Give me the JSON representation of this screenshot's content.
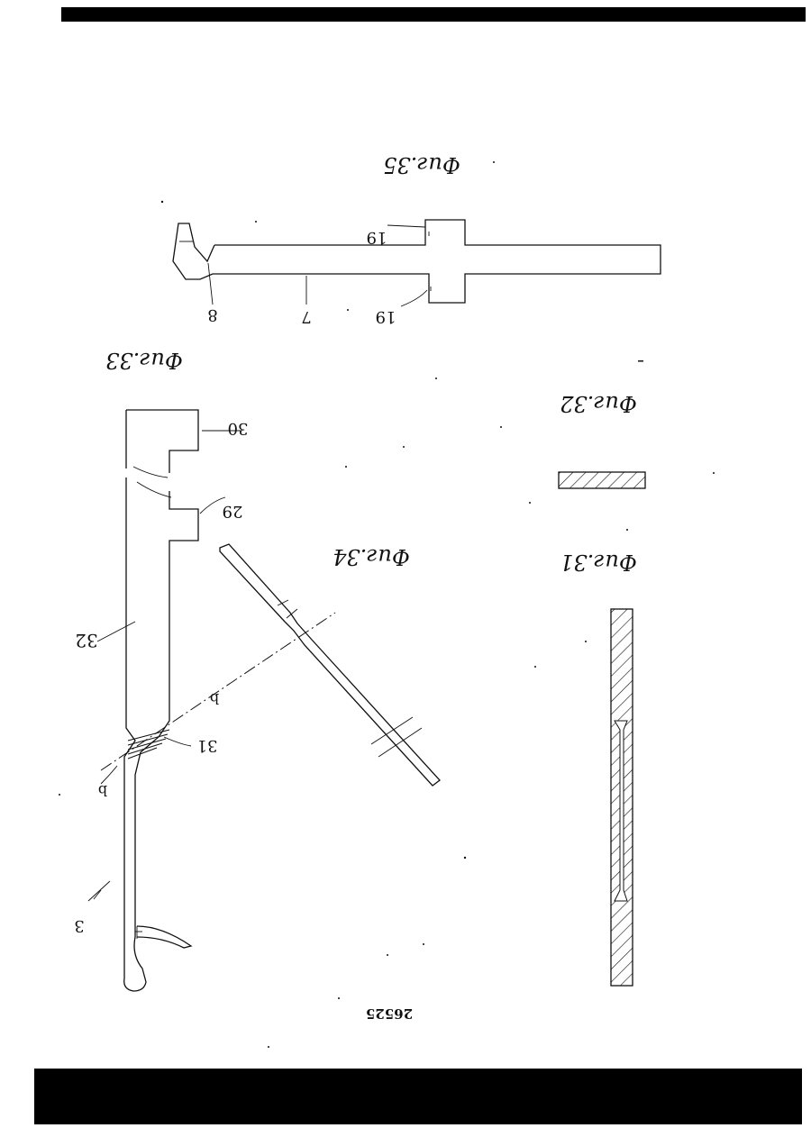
{
  "sheet": {
    "page_number": "26525"
  },
  "figures": {
    "fig31": {
      "caption": "Фиг.31"
    },
    "fig32": {
      "caption": "Фиг.32"
    },
    "fig33": {
      "caption": "Фиг.33"
    },
    "fig34": {
      "caption": "Фиг.34"
    },
    "fig35": {
      "caption": "Фиг.35"
    }
  },
  "labels": {
    "ref_3": "3",
    "ref_7": "7",
    "ref_8": "8",
    "ref_19_top": "19",
    "ref_19_bottom": "19",
    "ref_29": "29",
    "ref_30": "30",
    "ref_31": "31",
    "ref_32": "32",
    "ref_b_upper": "b",
    "ref_b_lower": "b"
  }
}
